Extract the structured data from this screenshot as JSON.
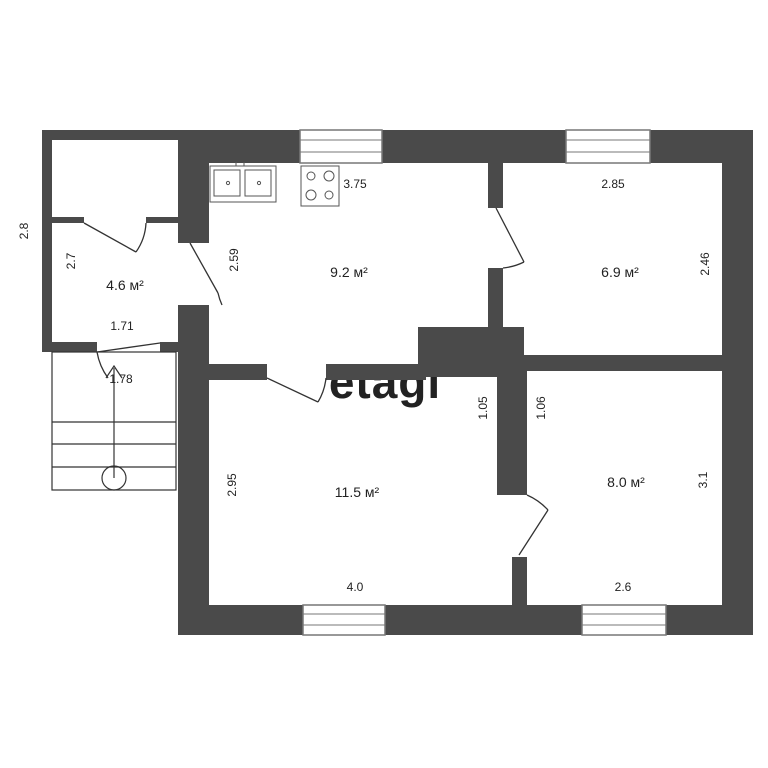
{
  "plan": {
    "watermark": "etagi",
    "colors": {
      "wall": "#4a4a4a",
      "floor": "#ffffff",
      "window_frame": "#777777",
      "line": "#333333"
    },
    "rooms": [
      {
        "id": "vestibule",
        "area": "4.6 м²"
      },
      {
        "id": "kitchen",
        "area": "9.2 м²"
      },
      {
        "id": "bedroom-right-top",
        "area": "6.9 м²"
      },
      {
        "id": "living-room",
        "area": "11.5 м²"
      },
      {
        "id": "bedroom-right-bottom",
        "area": "8.0 м²"
      }
    ],
    "dimensions": {
      "outer_left_height": "2.8",
      "vestibule_height": "2.7",
      "vestibule_width": "1.71",
      "stair_width": "1.78",
      "kitchen_width": "3.75",
      "kitchen_height": "2.59",
      "bedroom_top_width": "2.85",
      "bedroom_top_height": "2.46",
      "passage_left": "1.05",
      "passage_right": "1.06",
      "living_height": "2.95",
      "living_width": "4.0",
      "bedroom_bottom_width": "2.6",
      "bedroom_bottom_height": "3.1"
    },
    "icons": [
      "sink-icon",
      "stove-icon",
      "door-swing-icon",
      "window-icon",
      "stair-arrow-icon"
    ]
  }
}
